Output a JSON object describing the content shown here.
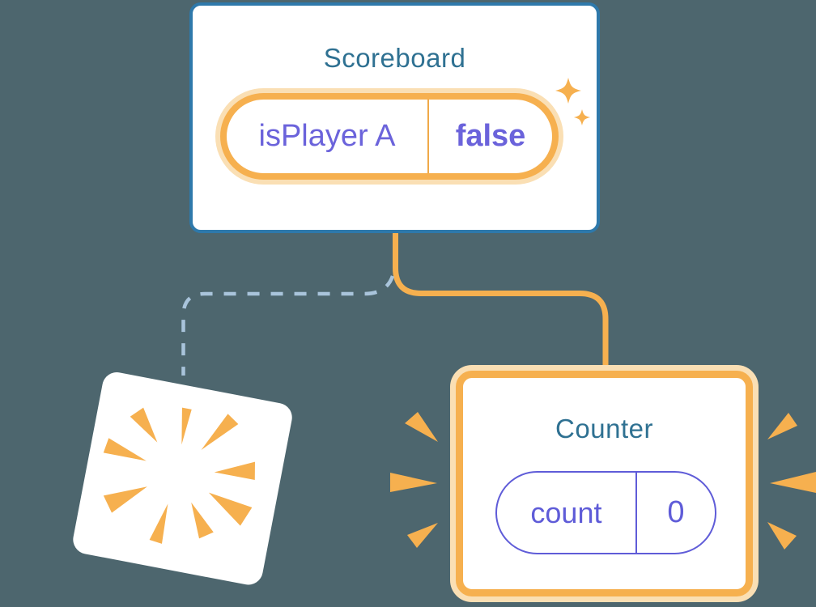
{
  "scoreboard": {
    "title": "Scoreboard",
    "state": {
      "key": "isPlayer A",
      "value": "false"
    }
  },
  "counter": {
    "title": "Counter",
    "state": {
      "key": "count",
      "value": "0"
    }
  },
  "destroyed_component": {
    "description": "removed component card with poof burst"
  },
  "icons": {
    "sparkles": "sparkles-icon",
    "poof": "poof-burst-icon",
    "emphasis_left": "emphasis-burst-left-icon",
    "emphasis_right": "emphasis-burst-right-icon"
  },
  "colors": {
    "bg": "#4D666E",
    "card_border": "#2E79AB",
    "title": "#2F7192",
    "orange": "#F6B04F",
    "orange_glow": "#FADFB4",
    "divider": "#F0A948",
    "purple": "#6B63DB",
    "pill_border": "#5F5CD8",
    "dashed": "#A9C4DB",
    "card_bg": "#FFFFFF"
  }
}
